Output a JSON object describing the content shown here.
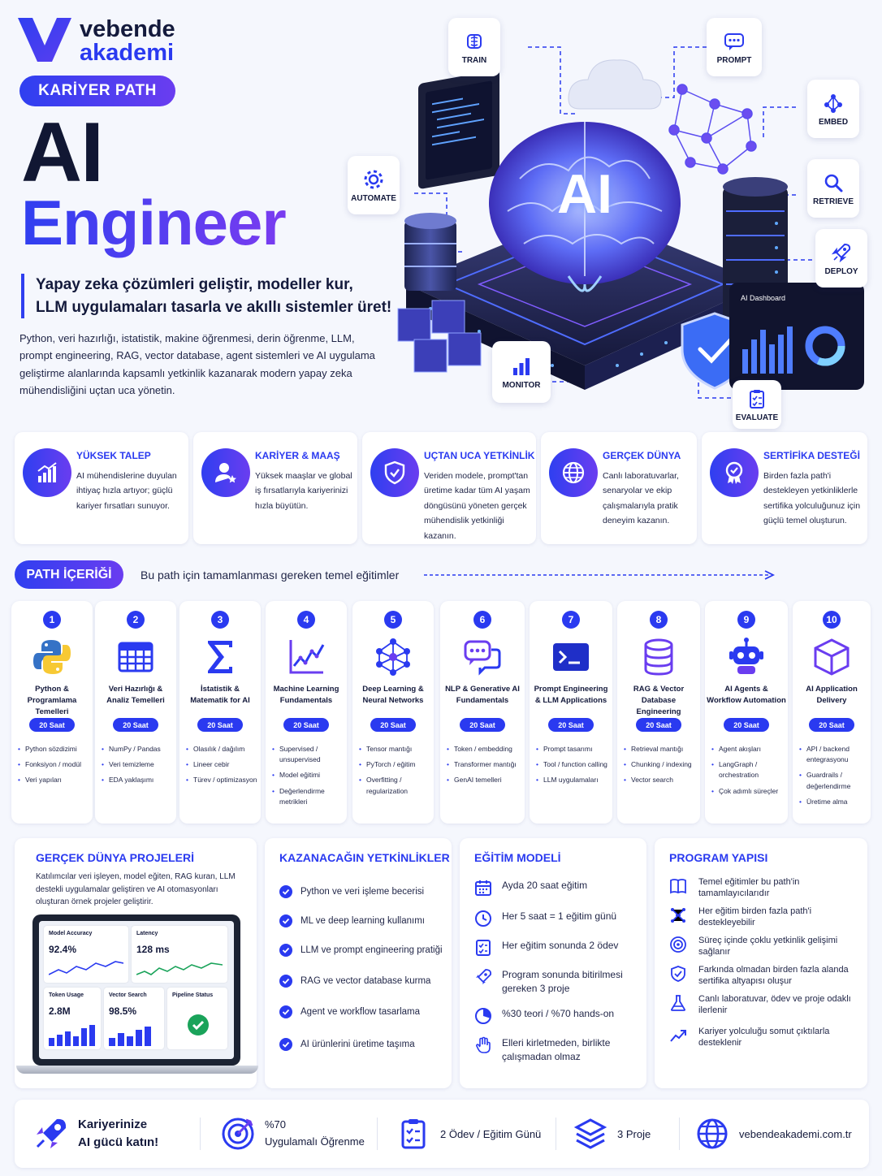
{
  "brand": {
    "line1": "vebende",
    "line2": "akademi"
  },
  "hero": {
    "badge": "KARİYER PATH",
    "title_line1": "AI",
    "title_line2": "Engineer",
    "tagline_line1": "Yapay zeka çözümleri geliştir, modeller kur,",
    "tagline_line2": "LLM uygulamaları tasarla ve akıllı sistemler üret!",
    "intro": "Python, veri hazırlığı, istatistik, makine öğrenmesi, derin öğrenme, LLM, prompt engineering, RAG, vector database, agent sistemleri ve AI uygulama geliştirme alanlarında kapsamlı yetkinlik kazanarak modern yapay zeka mühendisliğini uçtan uca yönetin."
  },
  "illustration": {
    "chip_text": "AI",
    "dashboard_title": "AI Dashboard",
    "tags": {
      "train": "TRAIN",
      "prompt": "PROMPT",
      "embed": "EMBED",
      "automate": "AUTOMATE",
      "retrieve": "RETRIEVE",
      "deploy": "DEPLOY",
      "monitor": "MONITOR",
      "evaluate": "EVALUATE"
    }
  },
  "features": [
    {
      "title": "YÜKSEK TALEP",
      "text": "AI mühendislerine duyulan ihtiyaç hızla artıyor; güçlü kariyer fırsatları sunuyor.",
      "icon": "growth-chart-icon"
    },
    {
      "title": "KARİYER & MAAŞ",
      "text": "Yüksek maaşlar ve global iş fırsatlarıyla kariyerinizi hızla büyütün.",
      "icon": "user-star-icon"
    },
    {
      "title": "UÇTAN UCA YETKİNLİK",
      "text": "Veriden modele, prompt'tan üretime kadar tüm AI yaşam döngüsünü yöneten gerçek mühendislik yetkinliği kazanın.",
      "icon": "shield-check-icon"
    },
    {
      "title": "GERÇEK DÜNYA",
      "text": "Canlı laboratuvarlar, senaryolar ve ekip çalışmalarıyla pratik deneyim kazanın.",
      "icon": "globe-icon"
    },
    {
      "title": "SERTİFİKA DESTEĞİ",
      "text": "Birden fazla path'i destekleyen yetkinliklerle sertifika yolculuğunuz için güçlü temel oluşturun.",
      "icon": "certificate-icon"
    }
  ],
  "path": {
    "badge": "PATH İÇERİĞİ",
    "subtitle": "Bu path için tamamlanması gereken temel eğitimler",
    "courses": [
      {
        "num": "1",
        "title": "Python & Programlama Temelleri",
        "hours": "20 Saat",
        "items": [
          "Python sözdizimi",
          "Fonksiyon / modül",
          "Veri yapıları"
        ],
        "icon": "python-icon"
      },
      {
        "num": "2",
        "title": "Veri Hazırlığı & Analiz Temelleri",
        "hours": "20 Saat",
        "items": [
          "NumPy / Pandas",
          "Veri temizleme",
          "EDA yaklaşımı"
        ],
        "icon": "table-icon"
      },
      {
        "num": "3",
        "title": "İstatistik & Matematik for AI",
        "hours": "20 Saat",
        "items": [
          "Olasılık / dağılım",
          "Lineer cebir",
          "Türev / optimizasyon"
        ],
        "icon": "sigma-icon"
      },
      {
        "num": "4",
        "title": "Machine Learning Fundamentals",
        "hours": "20 Saat",
        "items": [
          "Supervised / unsupervised",
          "Model eğitimi",
          "Değerlendirme metrikleri"
        ],
        "icon": "line-chart-icon"
      },
      {
        "num": "5",
        "title": "Deep Learning & Neural Networks",
        "hours": "20 Saat",
        "items": [
          "Tensor mantığı",
          "PyTorch / eğitim",
          "Overfitting / regularization"
        ],
        "icon": "neural-network-icon"
      },
      {
        "num": "6",
        "title": "NLP & Generative AI Fundamentals",
        "hours": "20 Saat",
        "items": [
          "Token / embedding",
          "Transformer mantığı",
          "GenAI temelleri"
        ],
        "icon": "chat-bubbles-icon"
      },
      {
        "num": "7",
        "title": "Prompt Engineering & LLM Applications",
        "hours": "20 Saat",
        "items": [
          "Prompt tasarımı",
          "Tool / function calling",
          "LLM uygulamaları"
        ],
        "icon": "terminal-icon"
      },
      {
        "num": "8",
        "title": "RAG & Vector Database Engineering",
        "hours": "20 Saat",
        "items": [
          "Retrieval mantığı",
          "Chunking / indexing",
          "Vector search"
        ],
        "icon": "database-icon"
      },
      {
        "num": "9",
        "title": "AI Agents & Workflow Automation",
        "hours": "20 Saat",
        "items": [
          "Agent akışları",
          "LangGraph / orchestration",
          "Çok adımlı süreçler"
        ],
        "icon": "robot-icon"
      },
      {
        "num": "10",
        "title": "AI Application Delivery",
        "hours": "20 Saat",
        "items": [
          "API / backend entegrasyonu",
          "Guardrails / değerlendirme",
          "Üretime alma"
        ],
        "icon": "cube-icon"
      }
    ]
  },
  "projects": {
    "title": "GERÇEK DÜNYA PROJELERİ",
    "desc": "Katılımcılar veri işleyen, model eğiten, RAG kuran, LLM destekli uygulamalar geliştiren ve AI otomasyonları oluşturan örnek projeler geliştirir.",
    "dashboard": {
      "accuracy_label": "Model Accuracy",
      "accuracy_value": "92.4%",
      "latency_label": "Latency",
      "latency_value": "128 ms",
      "token_label": "Token Usage",
      "token_value": "2.8M",
      "vector_label": "Vector Search",
      "vector_value": "98.5%",
      "pipeline_label": "Pipeline Status"
    }
  },
  "skills": {
    "title": "KAZANACAĞIN YETKİNLİKLER",
    "items": [
      "Python ve veri işleme becerisi",
      "ML ve deep learning kullanımı",
      "LLM ve prompt engineering pratiği",
      "RAG ve vector database kurma",
      "Agent ve workflow tasarlama",
      "AI ürünlerini üretime taşıma"
    ]
  },
  "education": {
    "title": "EĞİTİM MODELİ",
    "items": [
      {
        "text": "Ayda 20 saat eğitim",
        "icon": "calendar-icon"
      },
      {
        "text": "Her 5 saat = 1 eğitim günü",
        "icon": "clock-icon"
      },
      {
        "text": "Her eğitim sonunda 2 ödev",
        "icon": "assignment-icon"
      },
      {
        "text": "Program sonunda bitirilmesi gereken 3 proje",
        "icon": "rocket-icon"
      },
      {
        "text": "%30 teori / %70 hands-on",
        "icon": "pie-icon"
      },
      {
        "text": "Elleri kirletmeden, birlikte çalışmadan olmaz",
        "icon": "hand-icon"
      }
    ]
  },
  "structure": {
    "title": "PROGRAM YAPISI",
    "items": [
      {
        "text": "Temel eğitimler bu path'in tamamlayıcılarıdır",
        "icon": "book-icon"
      },
      {
        "text": "Her eğitim birden fazla path'i destekleyebilir",
        "icon": "network-icon"
      },
      {
        "text": "Süreç içinde çoklu yetkinlik gelişimi sağlanır",
        "icon": "target-icon"
      },
      {
        "text": "Farkında olmadan birden fazla alanda sertifika altyapısı oluşur",
        "icon": "badge-icon"
      },
      {
        "text": "Canlı laboratuvar, ödev ve proje odaklı ilerlenir",
        "icon": "flask-icon"
      },
      {
        "text": "Kariyer yolculuğu somut çıktılarla desteklenir",
        "icon": "trend-icon"
      }
    ]
  },
  "footer": {
    "cta_line1": "Kariyerinize",
    "cta_line2": "AI gücü katın!",
    "stat1_value": "%70",
    "stat1_label": "Uygulamalı Öğrenme",
    "stat2": "2 Ödev / Eğitim Günü",
    "stat3": "3 Proje",
    "website": "vebendeakademi.com.tr"
  },
  "colors": {
    "primary": "#2a3af0",
    "secondary": "#6a3df0",
    "text": "#141a3c",
    "background": "#f5f7fd"
  }
}
